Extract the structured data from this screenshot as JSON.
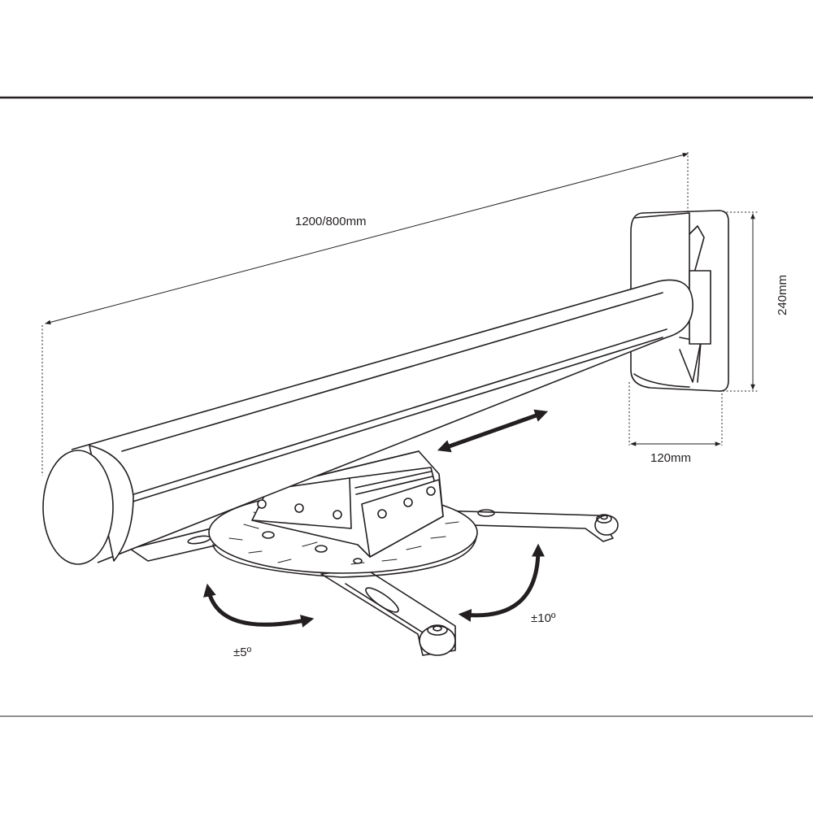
{
  "labels": {
    "length": "1200/800mm",
    "height": "240mm",
    "depth": "120mm",
    "tilt_left": "±5º",
    "tilt_right": "±10º"
  },
  "colors": {
    "line": "#231f20",
    "background": "#ffffff"
  },
  "icons": {
    "slide_arrow": "double-headed-arrow",
    "rotate_left": "curved-double-arrow",
    "rotate_right": "curved-double-arrow"
  }
}
